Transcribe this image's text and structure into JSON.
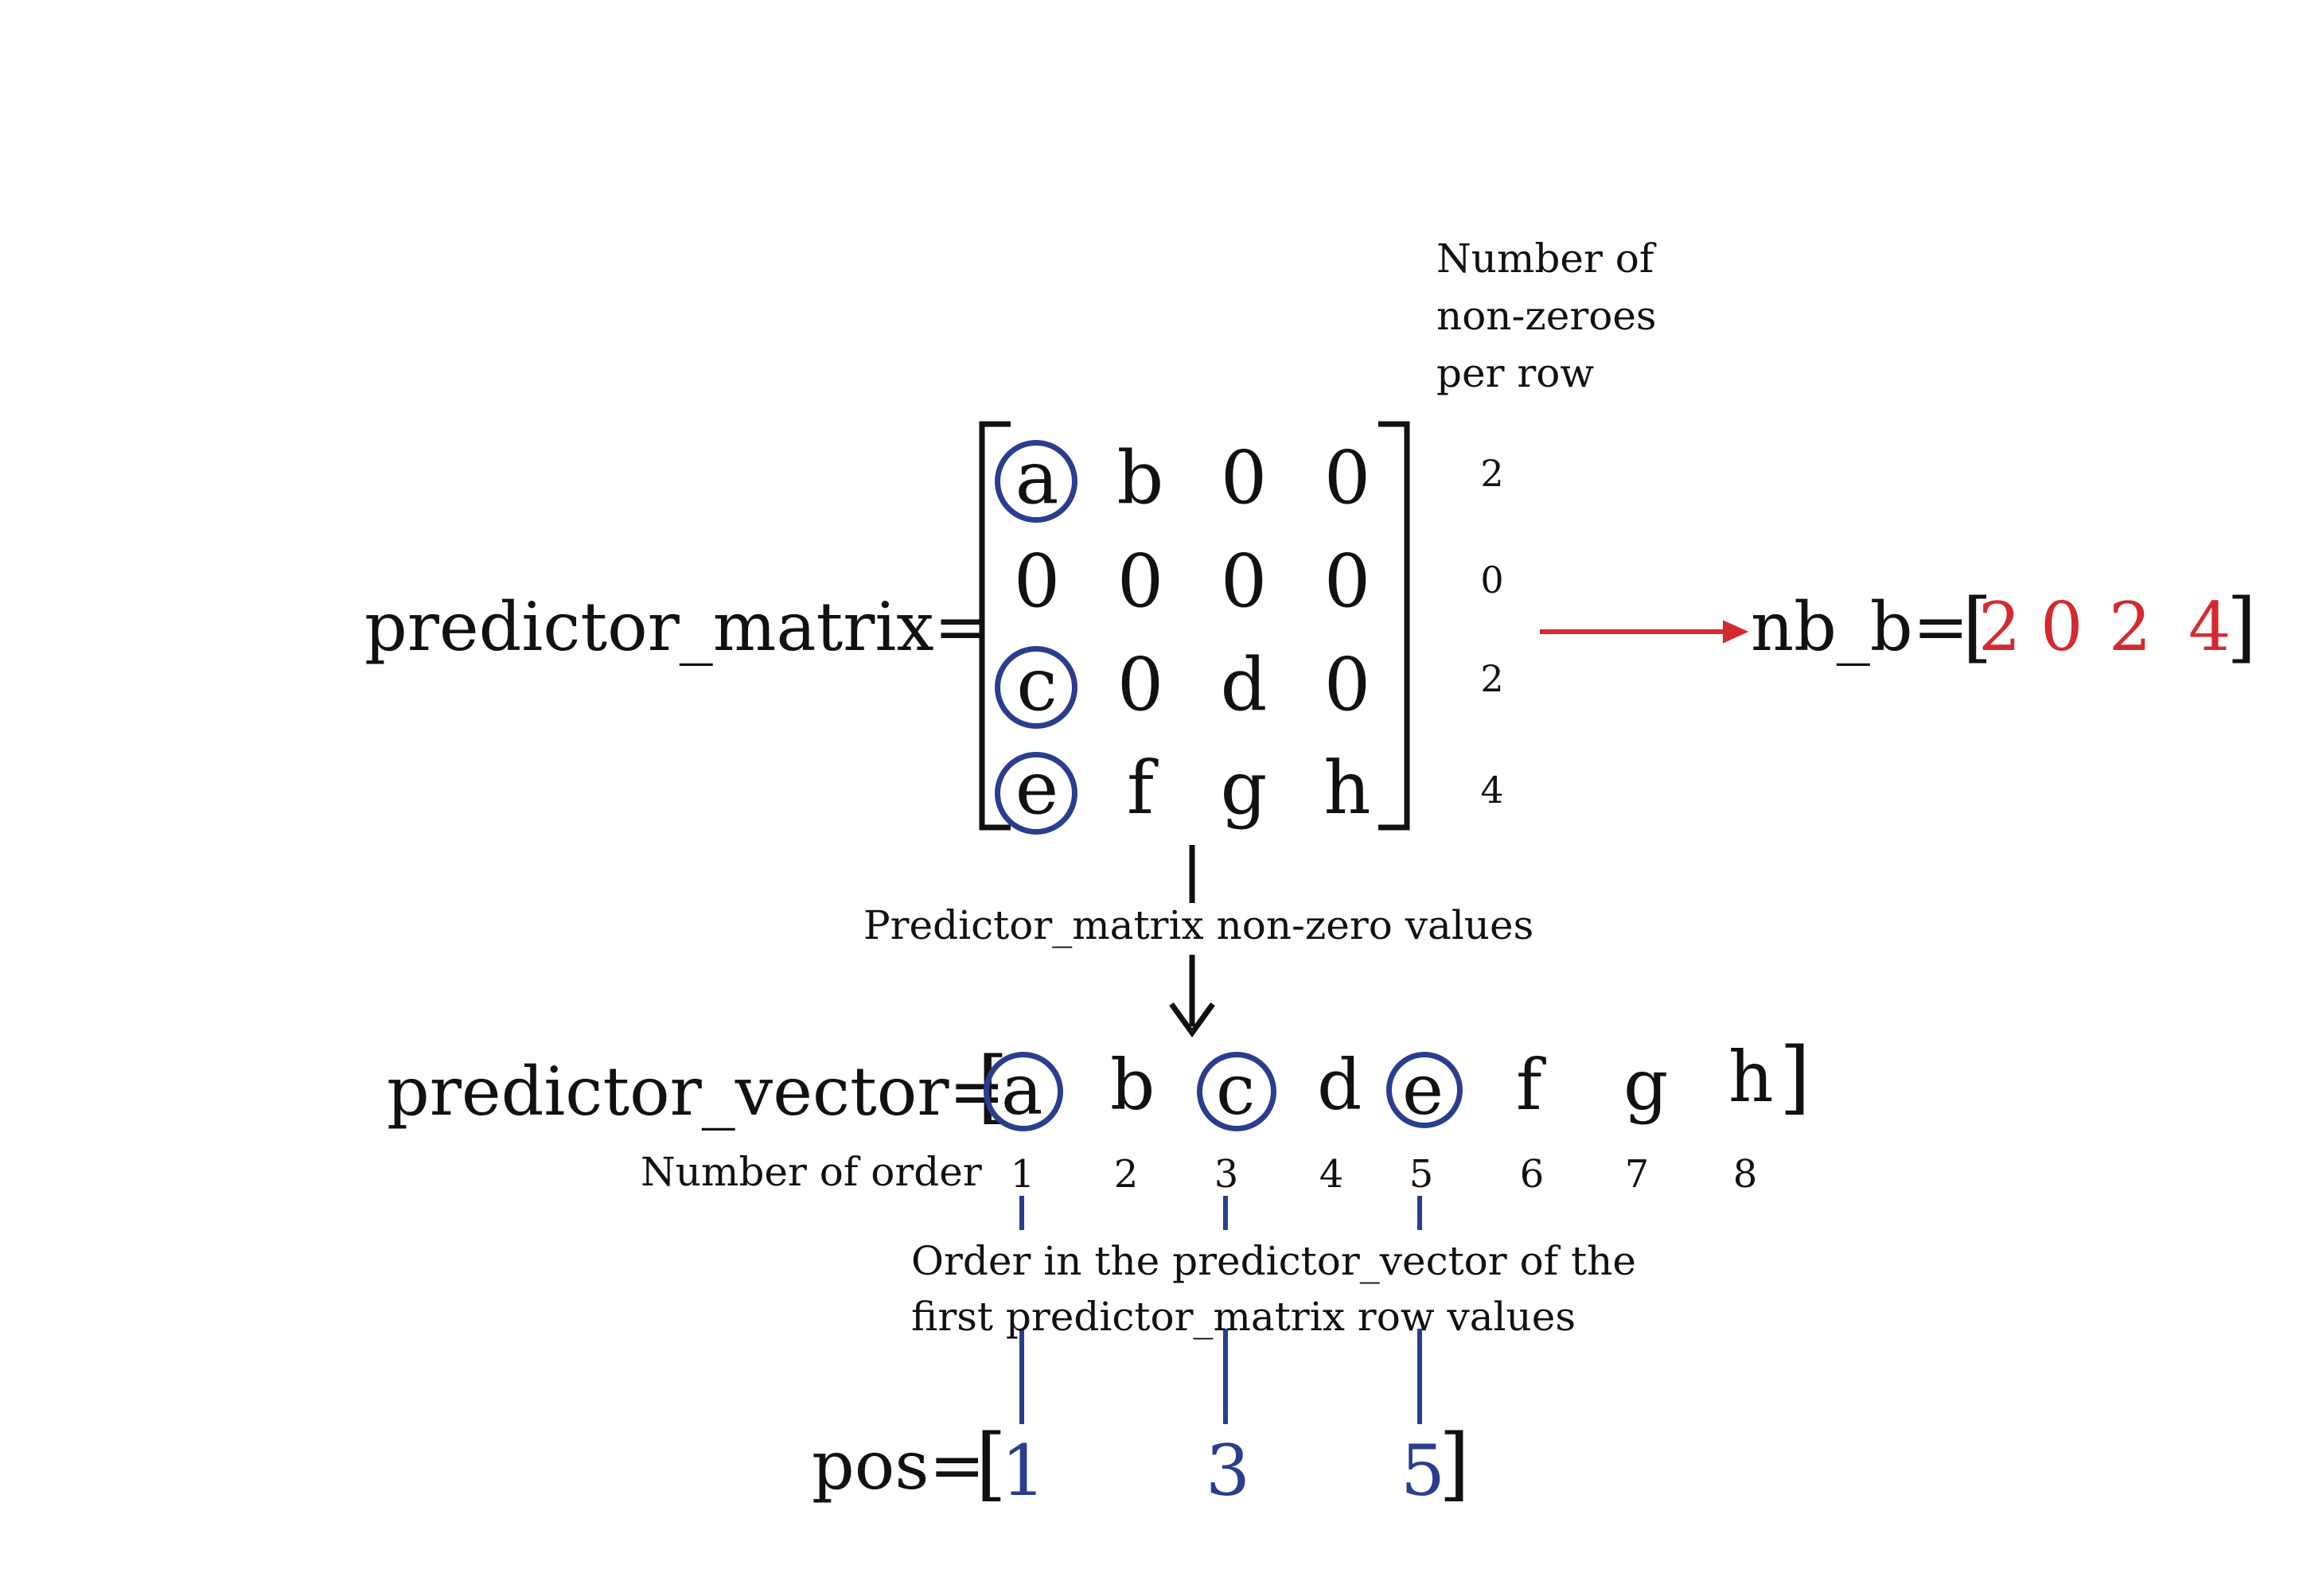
{
  "matrix": {
    "label": "predictor_matrix=",
    "rows": [
      [
        "a",
        "b",
        "0",
        "0"
      ],
      [
        "0",
        "0",
        "0",
        "0"
      ],
      [
        "c",
        "0",
        "d",
        "0"
      ],
      [
        "e",
        "f",
        "g",
        "h"
      ]
    ],
    "circled": [
      "a",
      "c",
      "e"
    ]
  },
  "row_counts": {
    "header": [
      "Number of",
      "non-zeroes",
      "per row"
    ],
    "values": [
      "2",
      "0",
      "2",
      "4"
    ]
  },
  "nb_b": {
    "label": "nb_b=",
    "open_bracket": "[",
    "close_bracket": "]",
    "values": [
      "2",
      "0",
      "2",
      "4"
    ]
  },
  "nonzero_label": "Predictor_matrix non-zero values",
  "vector": {
    "label": "predictor_vector=",
    "open_bracket": "[",
    "close_bracket": "]",
    "values": [
      "a",
      "b",
      "c",
      "d",
      "e",
      "f",
      "g",
      "h"
    ],
    "order_label": "Number of order",
    "order": [
      "1",
      "2",
      "3",
      "4",
      "5",
      "6",
      "7",
      "8"
    ]
  },
  "order_note": [
    "Order in the predictor_vector of the",
    "first predictor_matrix row values"
  ],
  "pos": {
    "label": "pos=",
    "open_bracket": "[",
    "close_bracket": "]",
    "values": [
      "1",
      "3",
      "5"
    ]
  },
  "colors": {
    "red": "#d42a2f",
    "blue": "#2a3d8f",
    "text": "#111111"
  }
}
